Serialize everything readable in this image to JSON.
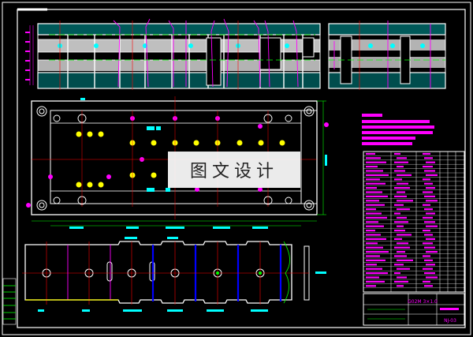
{
  "drawing": {
    "watermark_text": "图文设计",
    "title_block": {
      "label_left": "G02M 3×1.0",
      "label_right": "NJ-03"
    },
    "colors": {
      "background": "#000000",
      "outline": "#ffffff",
      "dimension": "#00ffff",
      "annotation": "#ff00ff",
      "center_line": "#ff0000",
      "hidden_line": "#ffff00",
      "section_blue": "#0000ff",
      "green": "#00ff00"
    }
  }
}
